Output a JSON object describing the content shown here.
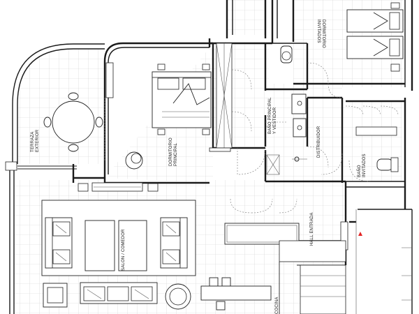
{
  "plan": {
    "rooms": {
      "bedroom_guests": [
        "DORMITORIO",
        "INVITADOS"
      ],
      "terrace": [
        "TERRAZA",
        "EXTERIOR"
      ],
      "master_bedroom": [
        "DORMITORIO",
        "PRINCIPAL"
      ],
      "master_bath": [
        "BAÑO PRINCIPAL",
        "Y VESTIDOR"
      ],
      "hallway": [
        "DISTRIBUIDOR"
      ],
      "guest_bath": [
        "BAÑO",
        "INVITADOS"
      ],
      "living": [
        "SALON / COMEDOR"
      ],
      "entrance": [
        "HALL ENTRADA"
      ],
      "kitchen": [
        "COCINA"
      ]
    },
    "colors": {
      "entrance_marker": "#e32626",
      "wall": "#1a1a1a",
      "grid": "#cfcfcf"
    }
  }
}
